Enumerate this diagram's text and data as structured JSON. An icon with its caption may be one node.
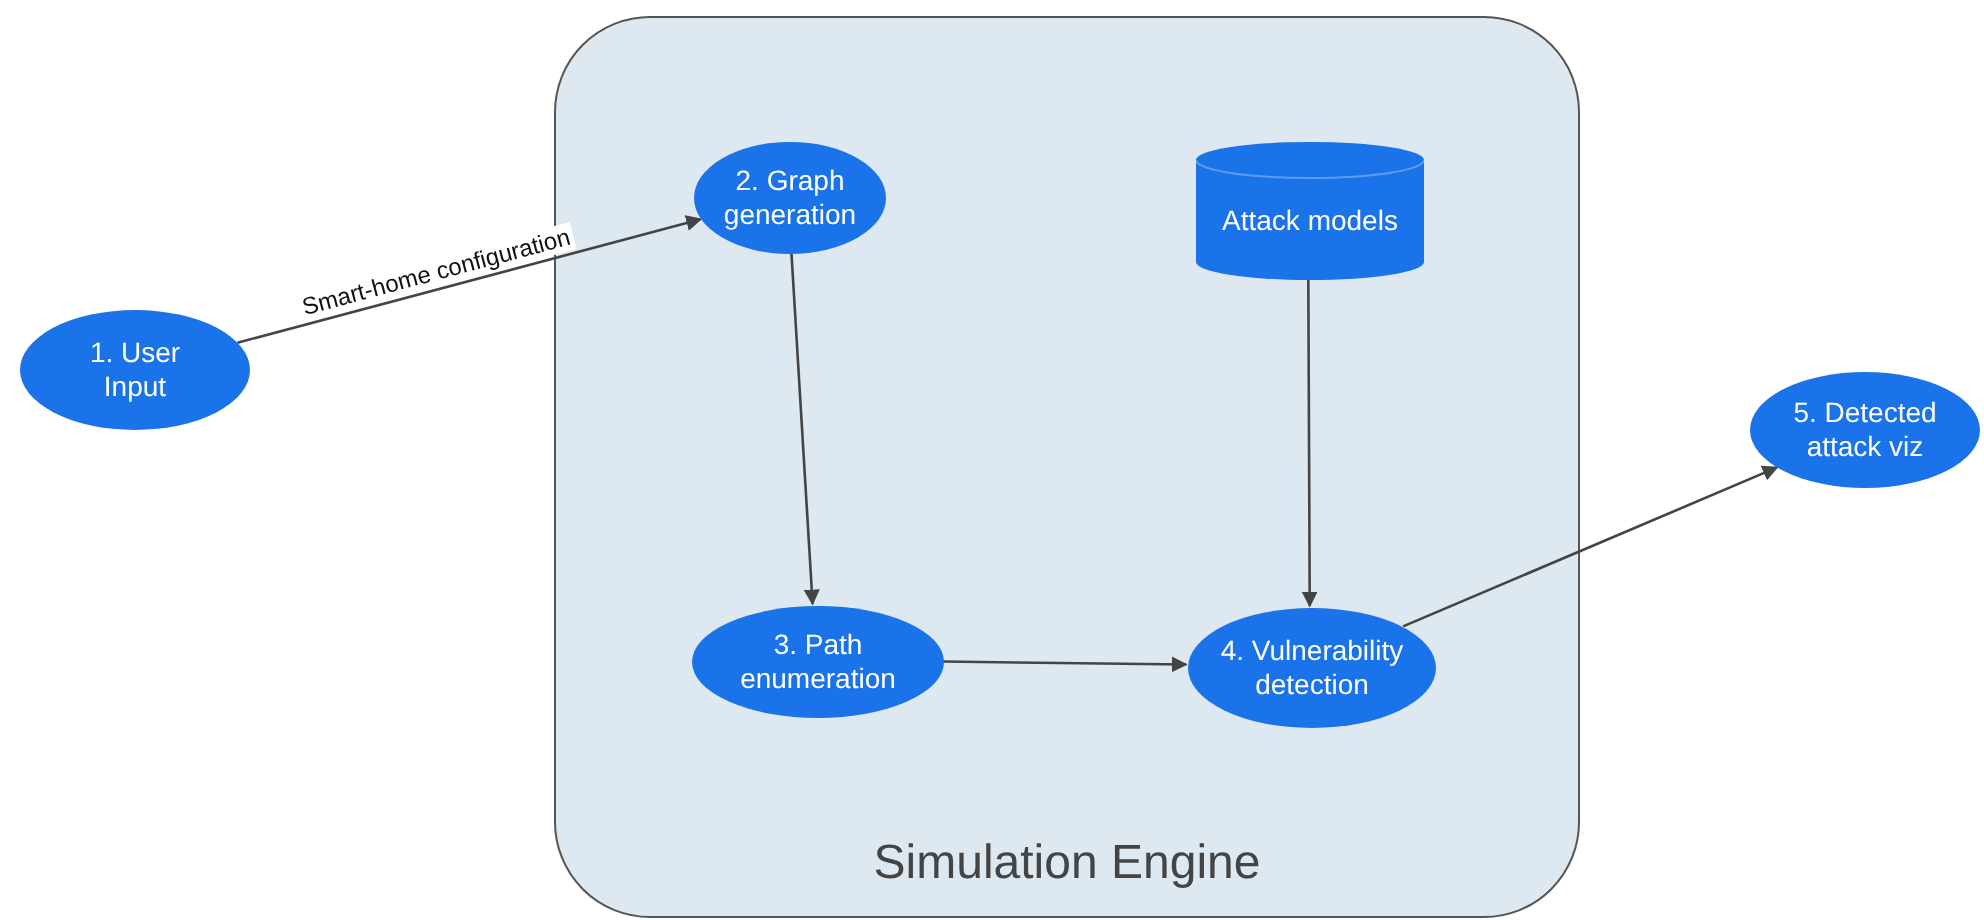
{
  "diagram": {
    "nodes": [
      {
        "text": [
          "Simulation Engine"
        ]
      },
      {
        "text": [
          "1. User Input"
        ]
      },
      {
        "text": [
          "2. Graph generation"
        ],
        "in": 0
      },
      {
        "text": [
          "Attack models"
        ],
        "in": 0
      },
      {
        "text": [
          "3. Path enumeration"
        ],
        "in": 0
      },
      {
        "text": [
          "4. Vulnerability detection"
        ],
        "in": 0
      },
      {
        "text": [
          "5. Detected attack viz"
        ]
      }
    ],
    "edges": [
      {
        "from": 1,
        "to": 2,
        "arrow": "to",
        "label": "Smart-home configuration"
      },
      {
        "from": 2,
        "to": 4,
        "arrow": "to"
      },
      {
        "from": 3,
        "to": 5,
        "arrow": "to"
      },
      {
        "from": 4,
        "to": 5,
        "arrow": "to"
      },
      {
        "from": 5,
        "to": 6,
        "arrow": "to"
      }
    ]
  }
}
